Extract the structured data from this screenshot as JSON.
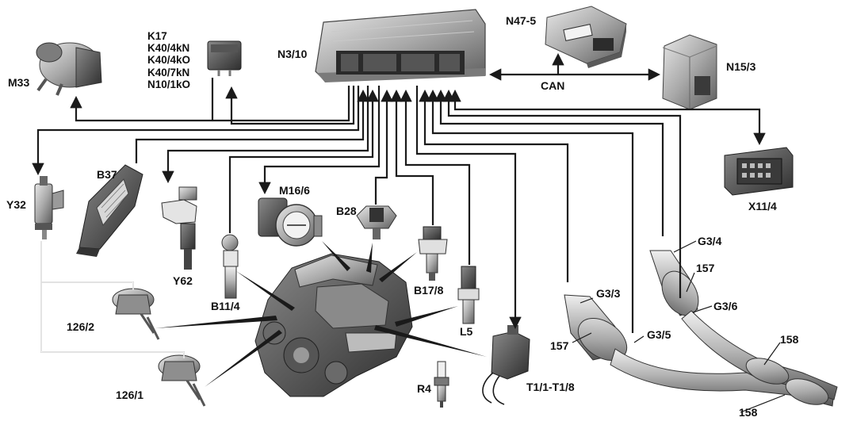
{
  "labels": {
    "n3_10": "N3/10",
    "n47_5": "N47-5",
    "n15_3": "N15/3",
    "can": "CAN",
    "m33": "M33",
    "k17_lines": [
      "K17",
      "K40/4kN",
      "K40/4kO",
      "K40/7kN",
      "N10/1kO"
    ],
    "y32": "Y32",
    "b37": "B37",
    "y62": "Y62",
    "m16_6": "M16/6",
    "b28": "B28",
    "b11_4": "B11/4",
    "b17_8": "B17/8",
    "l5": "L5",
    "x11_4": "X11/4",
    "g3_4": "G3/4",
    "c157_right": "157",
    "g3_6": "G3/6",
    "g3_3": "G3/3",
    "g3_5": "G3/5",
    "c157_left": "157",
    "c158_upper": "158",
    "c158_lower": "158",
    "p126_2": "126/2",
    "p126_1": "126/1",
    "r4": "R4",
    "t1": "T1/1-T1/8"
  },
  "colors": {
    "wire": "#1a1a1a",
    "component_dark": "#4a4a4a",
    "component_mid": "#8c8c8c",
    "component_light": "#d4d4d4",
    "background": "#ffffff"
  }
}
